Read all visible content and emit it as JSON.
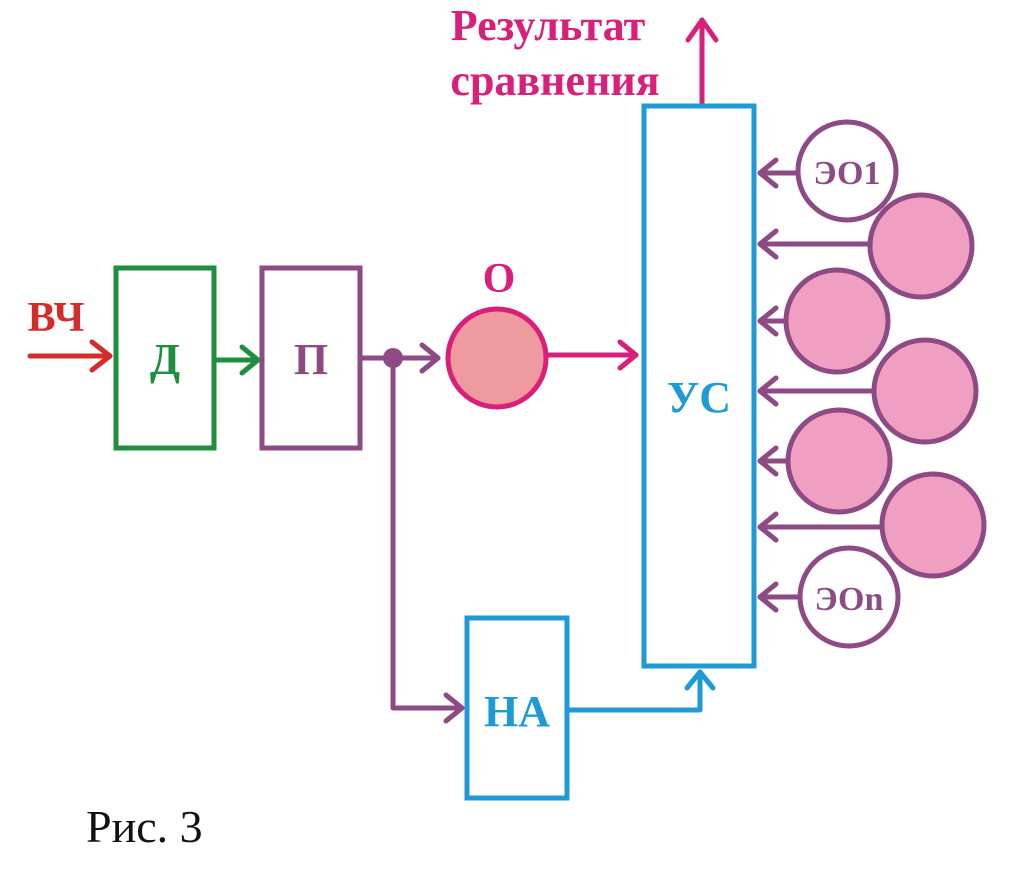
{
  "diagram": {
    "labels": {
      "result_line1": "Результат",
      "result_line2": "сравнения",
      "input": "ВЧ",
      "block_d": "Д",
      "block_p": "П",
      "node_o_label": "О",
      "block_us": "УС",
      "block_na": "НА",
      "eo_first": "ЭО1",
      "eo_last": "ЭОn"
    },
    "caption": "Рис. 3",
    "colors": {
      "red": "#d42b2b",
      "green": "#1e8f3e",
      "purple": "#8e4a85",
      "magenta": "#d81f7a",
      "blue": "#1e9ad6",
      "o_fill": "#ef9a9e",
      "o_stroke": "#d81f7a",
      "eo_fill": "#ef9fc2",
      "eo_stroke": "#8e4a85"
    }
  }
}
